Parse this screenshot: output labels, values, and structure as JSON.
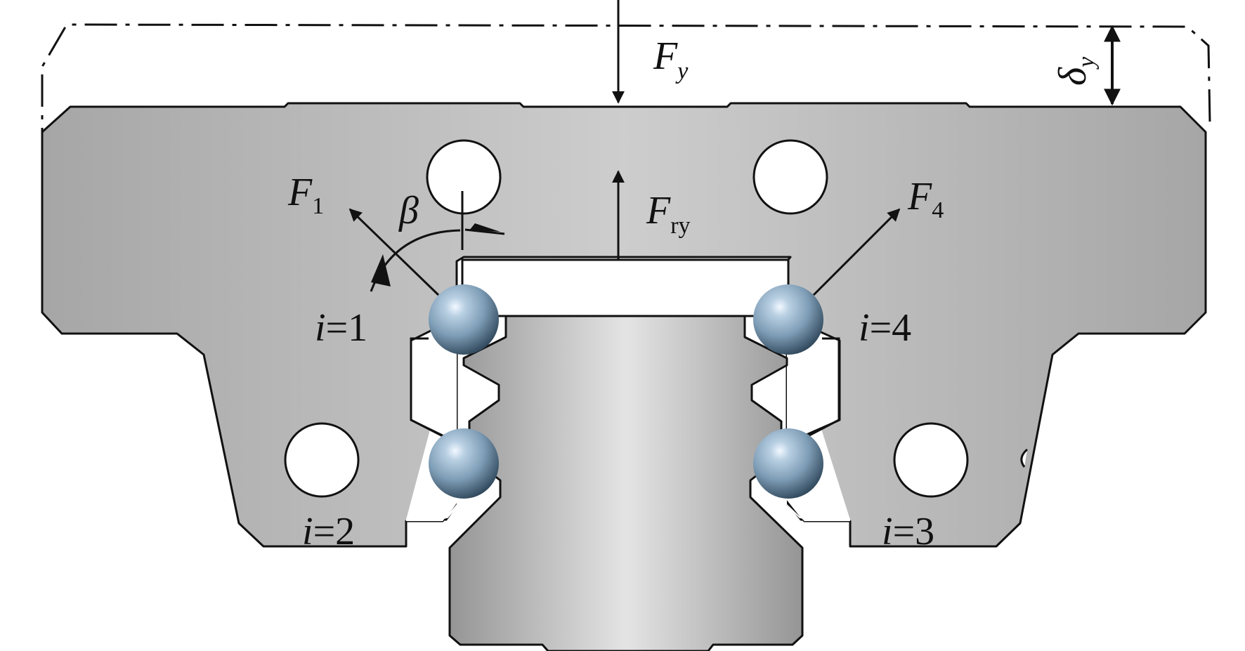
{
  "labels": {
    "force_y": {
      "main": "F",
      "sub": "y"
    },
    "force_ry": {
      "main": "F",
      "sub": "ry"
    },
    "force_1": {
      "main": "F",
      "sub": "1"
    },
    "force_4": {
      "main": "F",
      "sub": "4"
    },
    "angle": "β",
    "deflection": {
      "main": "δ",
      "sub": "y"
    },
    "ball_1": {
      "var": "i",
      "rest": "=1"
    },
    "ball_2": {
      "var": "i",
      "rest": "=2"
    },
    "ball_3": {
      "var": "i",
      "rest": "=3"
    },
    "ball_4": {
      "var": "i",
      "rest": "=4"
    }
  },
  "colors": {
    "block_fill_edge": "#a9a9a9",
    "block_fill_center": "#cfcfcf",
    "rail_fill_edge": "#9a9a9a",
    "rail_fill_center": "#e6e6e6",
    "outline": "#111111",
    "ball_highlight": "#e8f2fb",
    "ball_mid": "#8fb0c8",
    "ball_dark": "#2f4a60"
  }
}
